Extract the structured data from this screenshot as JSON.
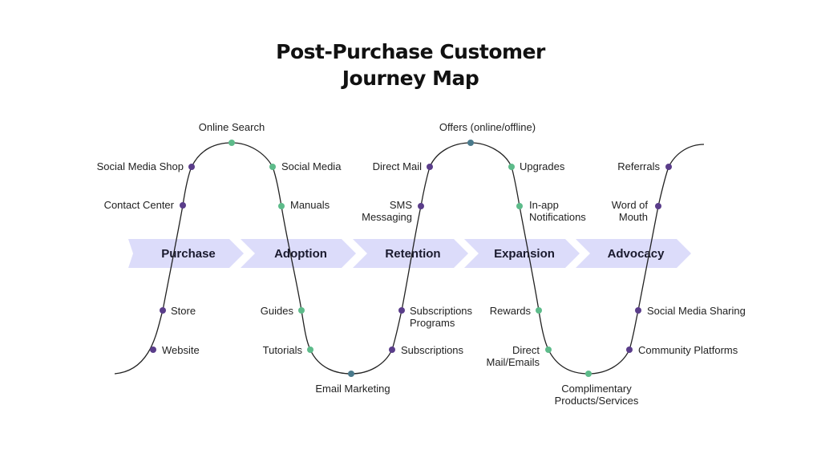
{
  "title": {
    "line1": "Post-Purchase Customer",
    "line2": "Journey Map"
  },
  "stages": [
    "Purchase",
    "Adoption",
    "Retention",
    "Expansion",
    "Advocacy"
  ],
  "touchpoints": [
    {
      "label": [
        "Online Search"
      ],
      "color": "#5dbb8a"
    },
    {
      "label": [
        "Social Media Shop"
      ],
      "color": "#5a3d8a"
    },
    {
      "label": [
        "Contact Center"
      ],
      "color": "#5a3d8a"
    },
    {
      "label": [
        "Social Media"
      ],
      "color": "#5dbb8a"
    },
    {
      "label": [
        "Manuals"
      ],
      "color": "#5dbb8a"
    },
    {
      "label": [
        "Store"
      ],
      "color": "#5a3d8a"
    },
    {
      "label": [
        "Website"
      ],
      "color": "#5a3d8a"
    },
    {
      "label": [
        "Guides"
      ],
      "color": "#5dbb8a"
    },
    {
      "label": [
        "Tutorials"
      ],
      "color": "#5dbb8a"
    },
    {
      "label": [
        "Email Marketing"
      ],
      "color": "#4a7a8c"
    },
    {
      "label": [
        "Offers (online/offline)"
      ],
      "color": "#4a7a8c"
    },
    {
      "label": [
        "Direct Mail"
      ],
      "color": "#5a3d8a"
    },
    {
      "label": [
        "SMS",
        "Messaging"
      ],
      "color": "#5a3d8a"
    },
    {
      "label": [
        "Upgrades"
      ],
      "color": "#5dbb8a"
    },
    {
      "label": [
        "In-app",
        "Notifications"
      ],
      "color": "#5dbb8a"
    },
    {
      "label": [
        "Subscriptions",
        "Programs"
      ],
      "color": "#5a3d8a"
    },
    {
      "label": [
        "Subscriptions"
      ],
      "color": "#5a3d8a"
    },
    {
      "label": [
        "Rewards"
      ],
      "color": "#5dbb8a"
    },
    {
      "label": [
        "Direct",
        "Mail/Emails"
      ],
      "color": "#5dbb8a"
    },
    {
      "label": [
        "Complimentary",
        "Products/Services"
      ],
      "color": "#5dbb8a"
    },
    {
      "label": [
        "Referrals"
      ],
      "color": "#5a3d8a"
    },
    {
      "label": [
        "Word of",
        "Mouth"
      ],
      "color": "#5a3d8a"
    },
    {
      "label": [
        "Social Media Sharing"
      ],
      "color": "#5a3d8a"
    },
    {
      "label": [
        "Community Platforms"
      ],
      "color": "#5a3d8a"
    }
  ],
  "colors": {
    "arrow_fill": "#dcdcfa",
    "curve": "#222222"
  }
}
